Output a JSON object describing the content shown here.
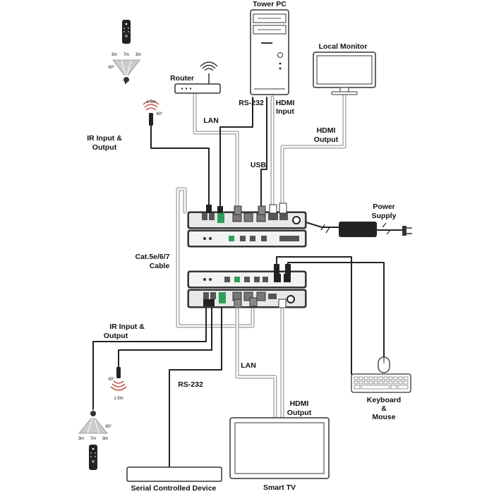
{
  "labels": {
    "tower_pc": "Tower PC",
    "local_monitor": "Local Monitor",
    "router": "Router",
    "rs232_top": "RS-232",
    "hdmi_input_1": "HDMI",
    "hdmi_input_2": "Input",
    "lan_top": "LAN",
    "hdmi_output_top_1": "HDMI",
    "hdmi_output_top_2": "Output",
    "ir_top_1": "IR Input &",
    "ir_top_2": "Output",
    "usb": "USB",
    "power_supply_1": "Power",
    "power_supply_2": "Supply",
    "cable_1": "Cat.5e/6/7",
    "cable_2": "Cable",
    "ir_bottom_1": "IR Input &",
    "ir_bottom_2": "Output",
    "lan_bottom": "LAN",
    "rs232_bottom": "RS-232",
    "hdmi_output_bottom_1": "HDMI",
    "hdmi_output_bottom_2": "Output",
    "keyboard_1": "Keyboard",
    "keyboard_2": "&",
    "keyboard_3": "Mouse",
    "serial_device": "Serial Controlled Device",
    "smart_tv": "Smart TV"
  },
  "ir_range_top": {
    "left": "3m",
    "mid": "7m",
    "right": "3m",
    "angle": "60°"
  },
  "ir_sensor_top": {
    "dist": "1.5m",
    "angle": "60°"
  },
  "ir_sensor_bottom": {
    "dist": "1.5m",
    "angle": "60°"
  },
  "ir_range_bottom": {
    "left": "3m",
    "mid": "7m",
    "right": "3m",
    "angle": "60°"
  },
  "colors": {
    "line": "#222222",
    "cable": "#9a9a9a",
    "device": "#4a4a4a",
    "panel": "#2f2f2f"
  }
}
